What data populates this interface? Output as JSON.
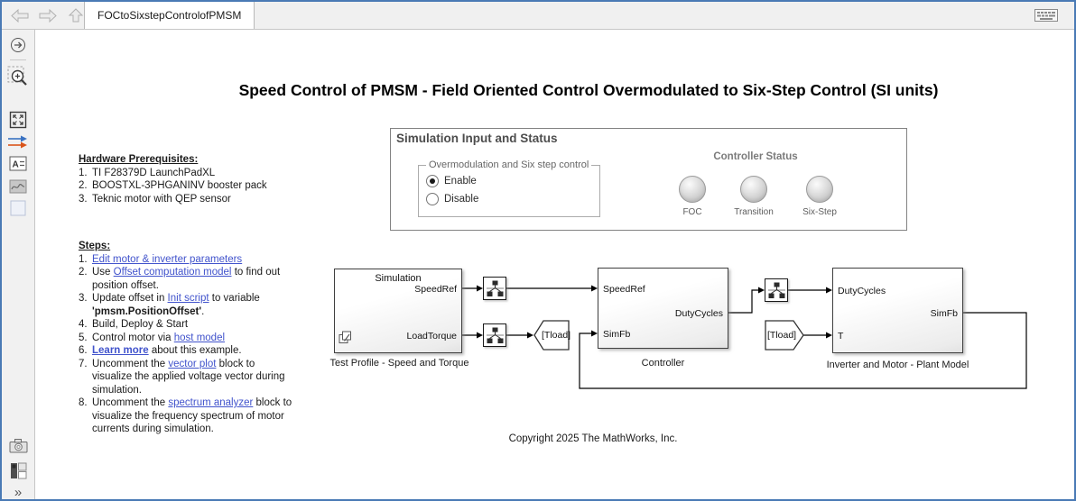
{
  "window": {
    "tab_title": "FOCtoSixstepControlofPMSM",
    "toolbar_icons": [
      "back-arrow",
      "forward-arrow",
      "up-to-parent",
      "keyboard"
    ],
    "sidebar_icons": [
      "show-explorer-bar",
      "zoom-to-region",
      "fit-to-view",
      "update-diagram",
      "annotation",
      "image-annotation",
      "area-annotation",
      "screenshot-camera",
      "model-browser",
      "expand-chevrons"
    ]
  },
  "title": "Speed Control of PMSM - Field Oriented Control Overmodulated to Six-Step Control (SI units)",
  "hardware": {
    "heading": "Hardware Prerequisites:",
    "items": [
      "TI F28379D LaunchPadXL",
      "BOOSTXL-3PHGANINV booster pack",
      "Teknic motor with QEP sensor"
    ]
  },
  "steps": {
    "heading": "Steps:",
    "items": [
      [
        {
          "text": "Edit motor & inverter parameters",
          "link": true
        }
      ],
      [
        {
          "text": "Use "
        },
        {
          "text": "Offset computation model",
          "link": true
        },
        {
          "text": " to find out position offset."
        }
      ],
      [
        {
          "text": "Update offset in "
        },
        {
          "text": "Init script",
          "link": true
        },
        {
          "text": " to variable "
        },
        {
          "text": "'pmsm.PositionOffset'",
          "bold": true
        },
        {
          "text": "."
        }
      ],
      [
        {
          "text": "Build, Deploy & Start"
        }
      ],
      [
        {
          "text": "Control motor via "
        },
        {
          "text": "host model",
          "link": true
        }
      ],
      [
        {
          "text": "Learn more",
          "link": true,
          "bold": true
        },
        {
          "text": " about this example."
        }
      ],
      [
        {
          "text": "Uncomment the "
        },
        {
          "text": "vector plot",
          "link": true
        },
        {
          "text": " block to visualize the applied voltage vector during simulation."
        }
      ],
      [
        {
          "text": "Uncomment the "
        },
        {
          "text": "spectrum analyzer",
          "link": true
        },
        {
          "text": " block to visualize the frequency spectrum of motor currents during simulation."
        }
      ]
    ]
  },
  "panel": {
    "title": "Simulation Input and Status",
    "group_label": "Overmodulation and Six step control",
    "radio_options": [
      {
        "label": "Enable",
        "selected": true
      },
      {
        "label": "Disable",
        "selected": false
      }
    ],
    "status_title": "Controller Status",
    "lamps": [
      "FOC",
      "Transition",
      "Six-Step"
    ]
  },
  "diagram": {
    "test_profile": {
      "inner_title": "Simulation",
      "out1": "SpeedRef",
      "out2": "LoadTorque",
      "caption": "Test Profile - Speed and Torque"
    },
    "controller": {
      "in1": "SpeedRef",
      "in2": "SimFb",
      "out1": "DutyCycles",
      "caption": "Controller"
    },
    "plant": {
      "in1": "DutyCycles",
      "in2": "T",
      "out1": "SimFb",
      "caption": "Inverter and Motor - Plant Model"
    },
    "goto_tag": "[Tload]",
    "from_tag": "[Tload]"
  },
  "copyright": "Copyright 2025 The MathWorks, Inc.",
  "colors": {
    "window_border": "#4a7ab5",
    "link": "#4153cc",
    "toolbar_bg": "#f0f0f0",
    "lamp_gray": "#c4c4c4"
  }
}
